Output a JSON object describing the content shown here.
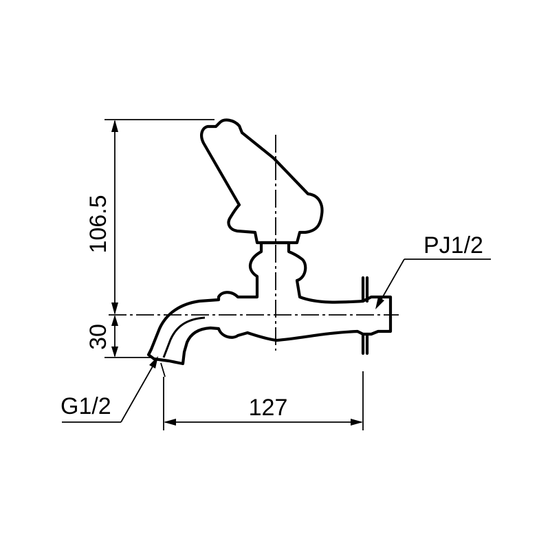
{
  "dimensions": {
    "total_height": "106.5",
    "spout_drop": "30",
    "length": "127"
  },
  "callouts": {
    "inlet_thread": "PJ1/2",
    "outlet_thread": "G1/2"
  }
}
